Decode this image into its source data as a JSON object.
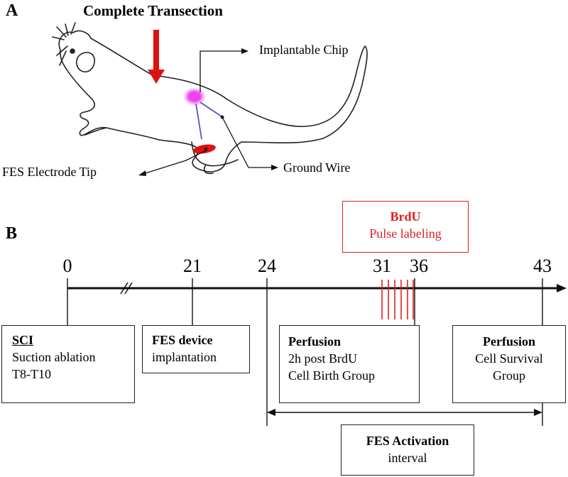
{
  "panel_a": {
    "letter": "A",
    "title": "Complete Transection",
    "labels": {
      "chip": "Implantable Chip",
      "ground": "Ground Wire",
      "electrode": "FES Electrode Tip"
    },
    "colors": {
      "arrow": "#e01010",
      "chip": "#ee44ee",
      "wire": "#5555cc",
      "electrode": "#e01010"
    }
  },
  "panel_b": {
    "letter": "B",
    "ticks": [
      "0",
      "21",
      "24",
      "31",
      "36",
      "43"
    ],
    "brdu": {
      "title": "BrdU",
      "subtitle": "Pulse labeling"
    },
    "boxes": {
      "sci": {
        "head": "SCI",
        "line1": "Suction ablation",
        "line2": "T8-T10"
      },
      "fes_device": {
        "head": "FES device",
        "line1": "implantation"
      },
      "perfusion1": {
        "head": "Perfusion",
        "line1": "2h post BrdU",
        "line2": "Cell Birth Group"
      },
      "perfusion2": {
        "head": "Perfusion",
        "line1": "Cell Survival",
        "line2": "Group"
      },
      "fes_activation": {
        "head": "FES Activation",
        "line1": "interval"
      }
    }
  }
}
